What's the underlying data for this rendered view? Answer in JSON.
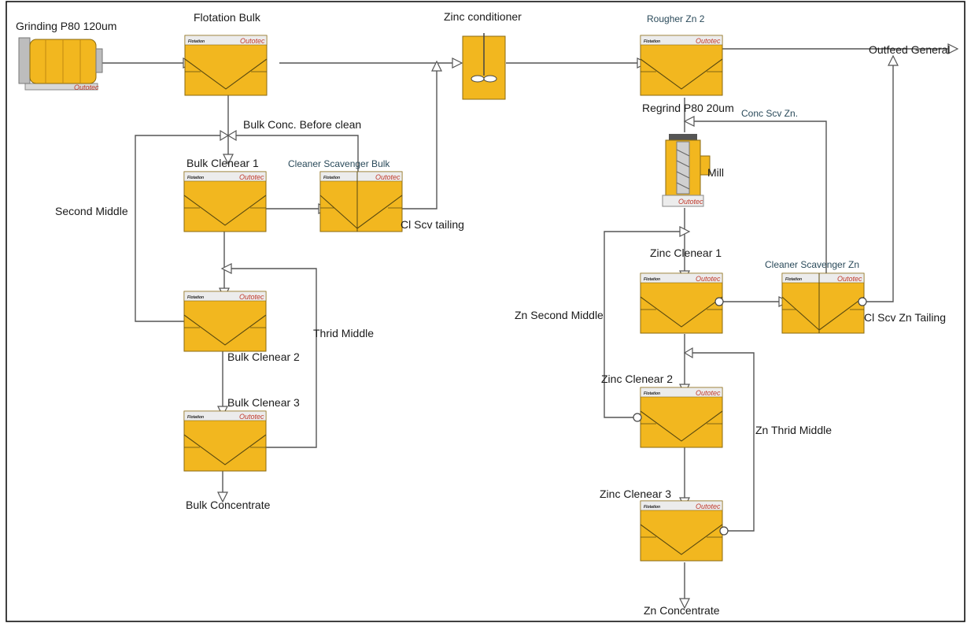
{
  "labels": {
    "grinding": "Grinding P80 120um",
    "flotation_bulk": "Flotation Bulk",
    "zinc_conditioner": "Zinc conditioner",
    "rougher_zn2": "Rougher Zn 2",
    "outfeed_general": "Outfeed General",
    "regrind": "Regrind P80 20um",
    "conc_scv_zn": "Conc Scv Zn.",
    "mill": "Mill",
    "bulk_conc_before_clean": "Bulk Conc. Before clean",
    "bulk_clenear_1": "Bulk Clenear 1",
    "cleaner_scavenger_bulk": "Cleaner Scavenger Bulk",
    "cl_scv_tailing": "Cl Scv tailing",
    "second_middle": "Second Middle",
    "thrid_middle": "Thrid Middle",
    "bulk_clenear_2": "Bulk Clenear 2",
    "bulk_clenear_3": "Bulk Clenear 3",
    "bulk_concentrate": "Bulk Concentrate",
    "zinc_clenear_1": "Zinc Clenear 1",
    "cleaner_scavenger_zn": "Cleaner Scavenger Zn",
    "cl_scv_zn_tailing": "Cl Scv Zn Tailing",
    "zn_second_middle": "Zn Second Middle",
    "zinc_clenear_2": "Zinc Clenear 2",
    "zn_thrid_middle": "Zn Thrid Middle",
    "zinc_clenear_3": "Zinc Clenear 3",
    "zn_concentrate": "Zn Concentrate"
  },
  "equipment": {
    "cell_brand": "Outotec",
    "cell_model": "Flotation"
  },
  "colors": {
    "cell_fill": "#f2b71f",
    "cell_shade": "#e0a312",
    "cell_header": "#e9e9e9",
    "line": "#555555",
    "label_blue": "#2a4a5a"
  }
}
